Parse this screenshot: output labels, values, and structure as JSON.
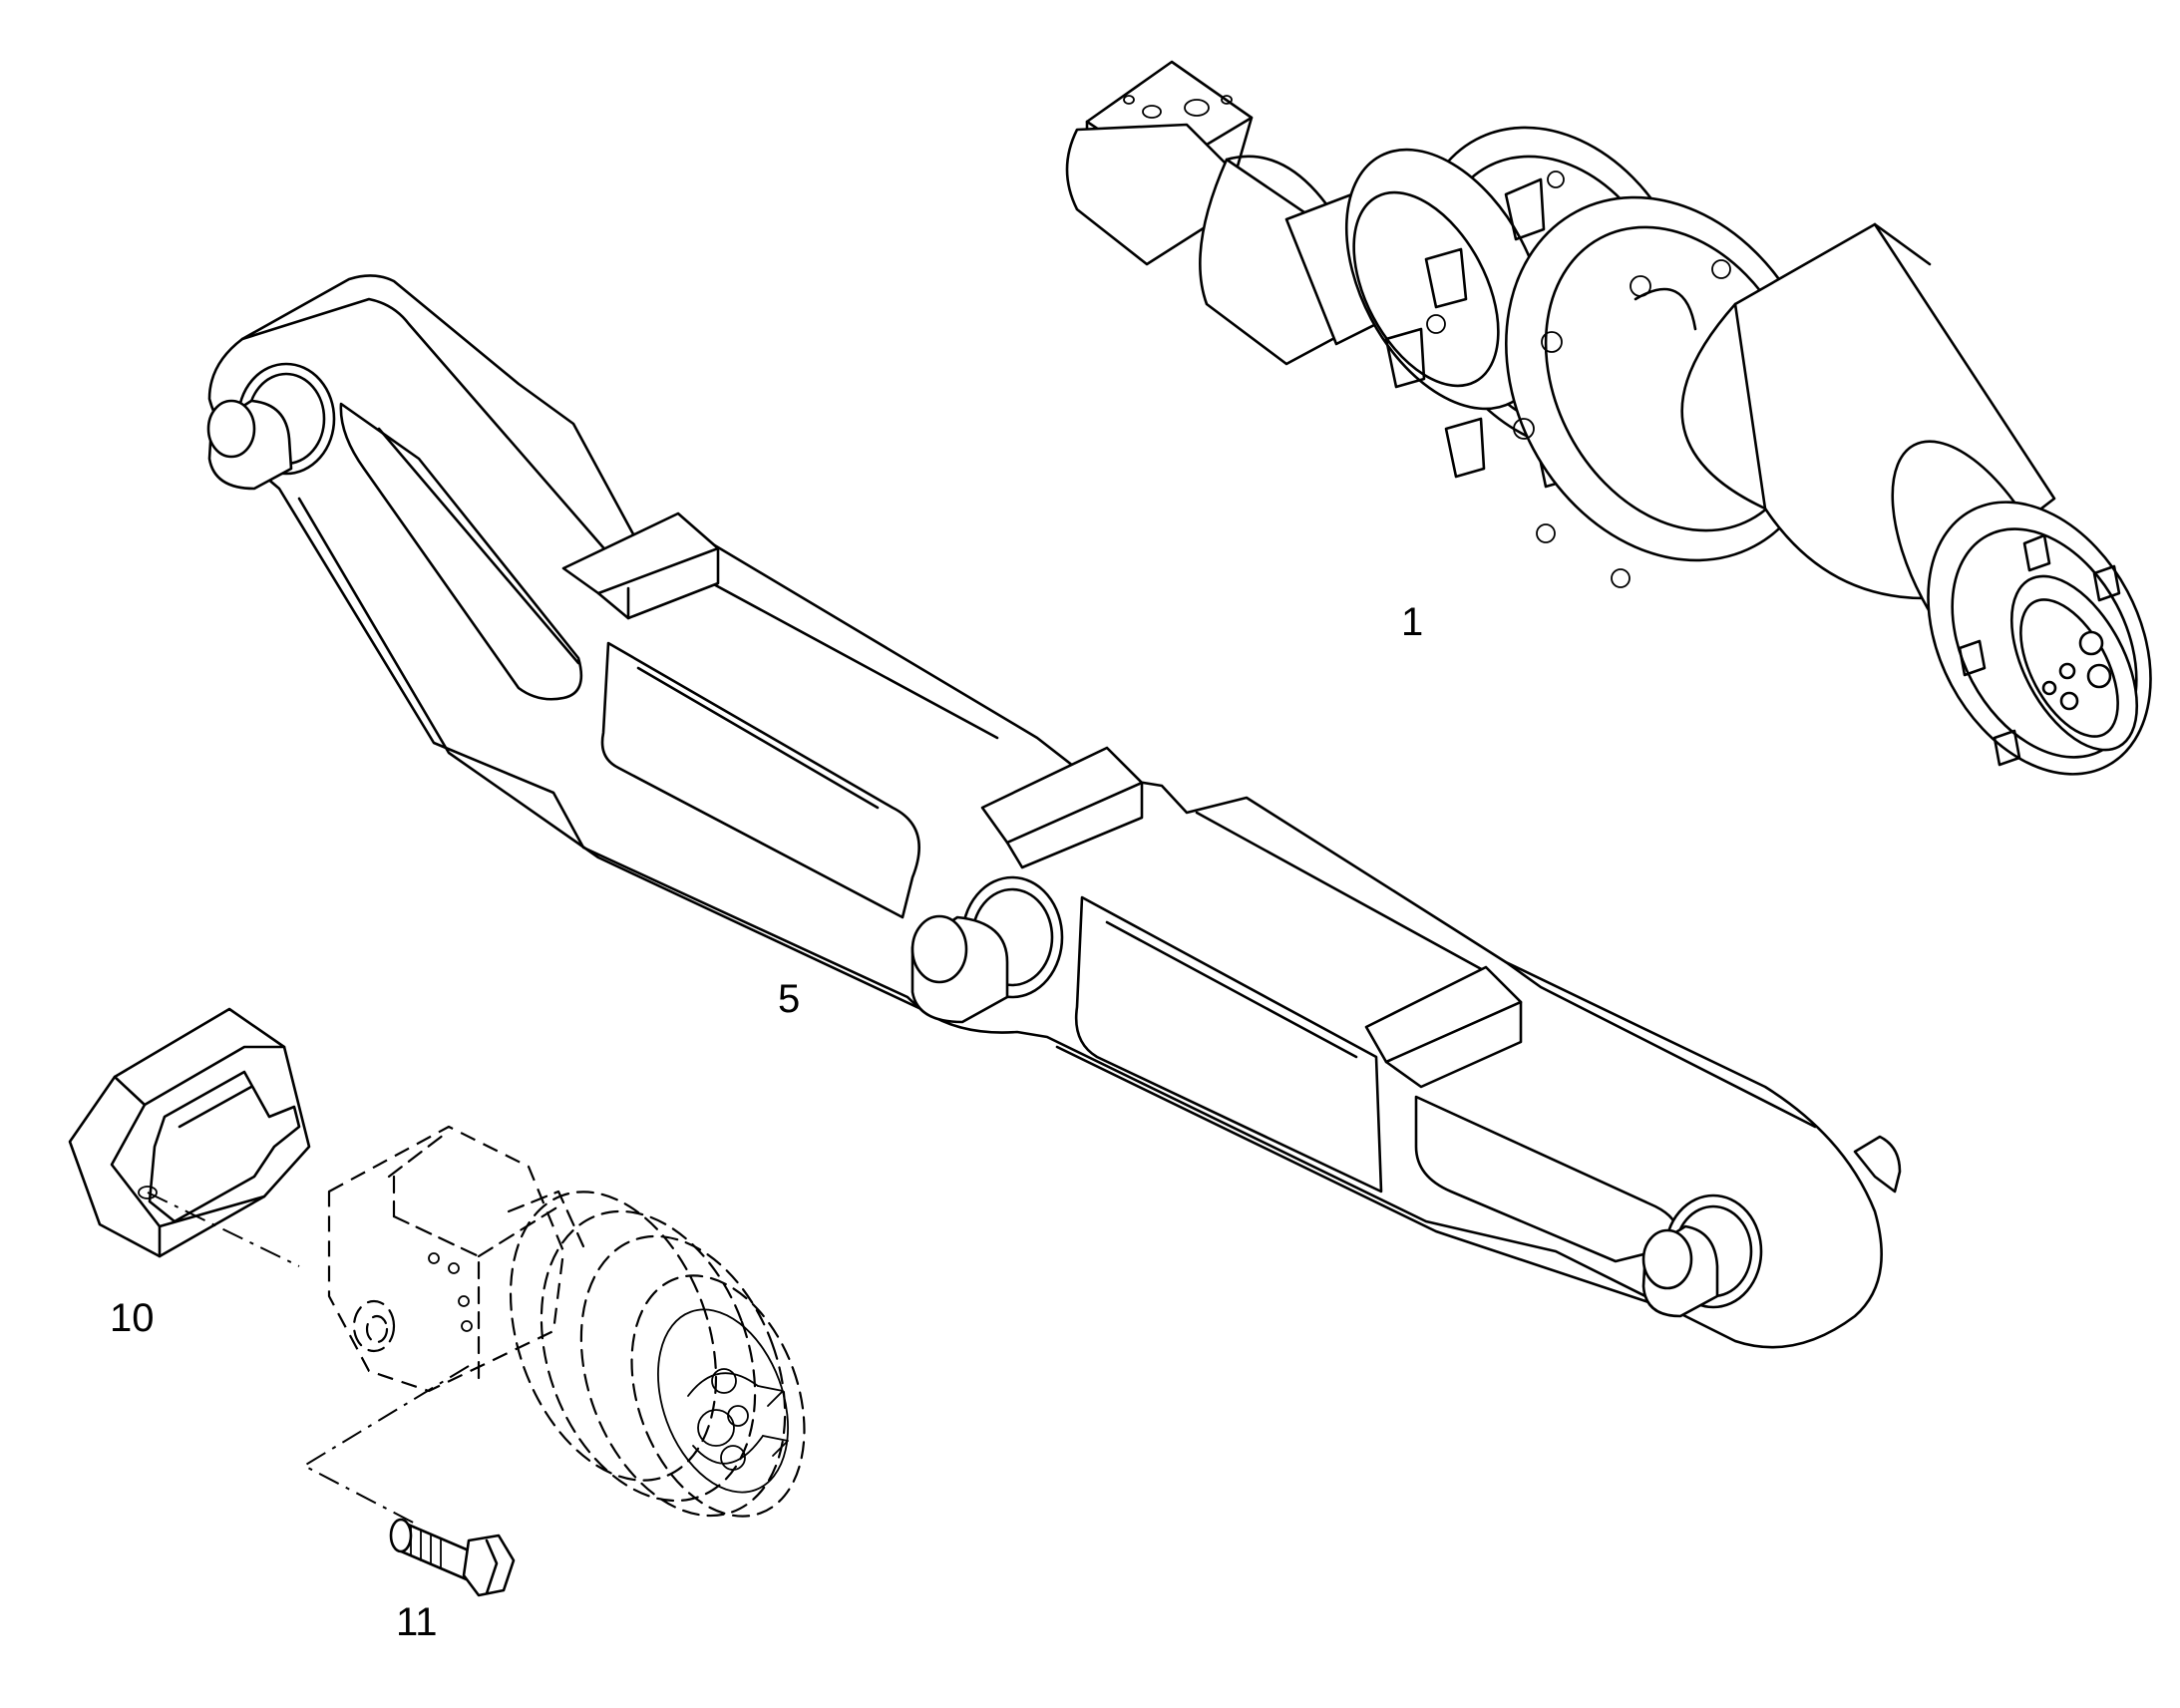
{
  "callouts": {
    "part_1": "1",
    "part_5": "5",
    "part_10": "10",
    "part_11": "11"
  },
  "colors": {
    "stroke": "#000000",
    "background": "#ffffff"
  }
}
